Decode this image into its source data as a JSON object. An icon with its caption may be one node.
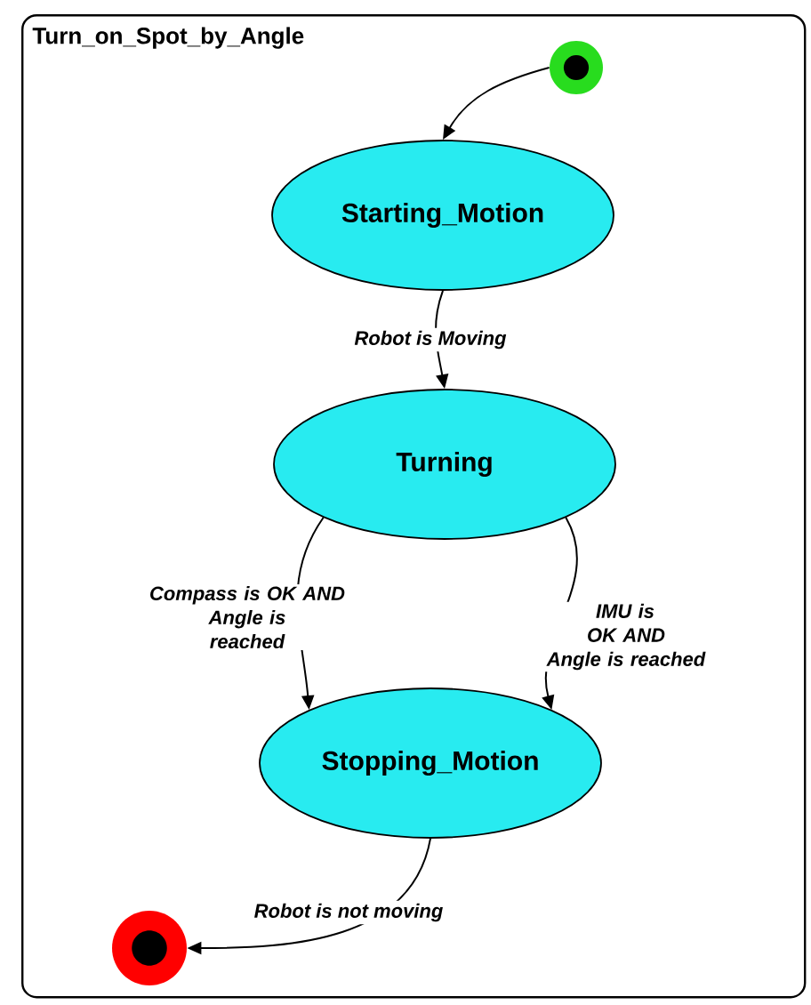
{
  "diagram": {
    "nodes": [
      {
        "text": [
          "Turn_on_Spot_by_Angle"
        ]
      },
      {
        "text": [],
        "shape": "circle",
        "in": 0
      },
      {
        "text": [
          "Starting_Motion"
        ],
        "in": 0
      },
      {
        "text": [
          "Turning"
        ],
        "in": 0
      },
      {
        "text": [
          "Stopping_Motion"
        ],
        "in": 0
      },
      {
        "text": [],
        "shape": "circle",
        "in": 0
      }
    ],
    "edges": [
      {
        "from": 1,
        "to": 2,
        "arrow": "to"
      },
      {
        "from": 2,
        "to": 3,
        "arrow": "to",
        "label": "Robot is Moving"
      },
      {
        "from": 3,
        "to": 4,
        "arrow": "to",
        "label": "Compass is OK AND Angle is reached"
      },
      {
        "from": 3,
        "to": 4,
        "arrow": "to",
        "label": "IMU is OK AND Angle is reached"
      },
      {
        "from": 4,
        "to": 5,
        "arrow": "to",
        "label": "Robot is not moving"
      }
    ]
  }
}
